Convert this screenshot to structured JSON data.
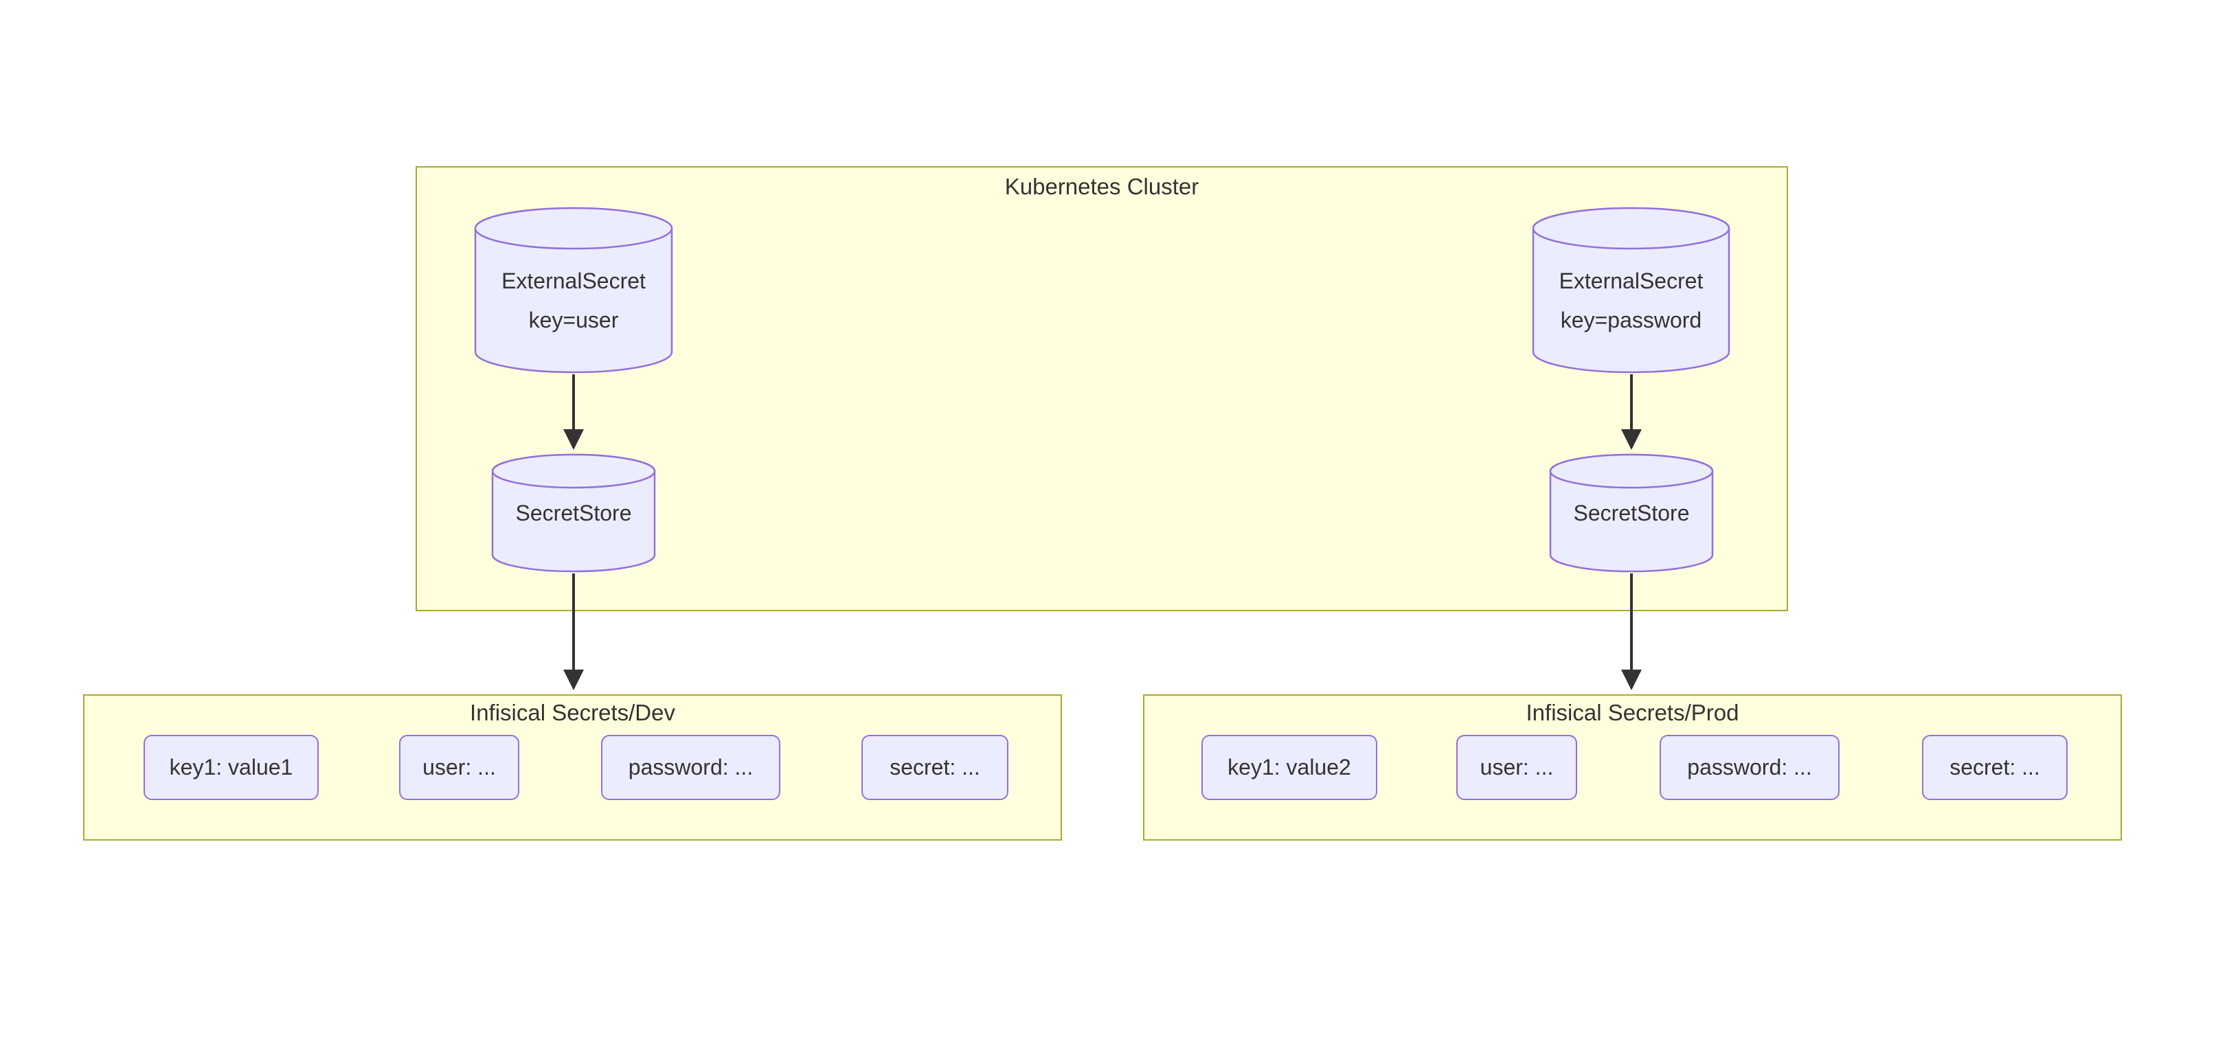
{
  "colors": {
    "node_fill": "#ECECFF",
    "node_stroke": "#9370DB",
    "subgraph_fill": "#FFFFDE",
    "subgraph_stroke": "#AAAA33",
    "text": "#333333",
    "arrow": "#333333",
    "background": "#FFFFFF"
  },
  "cluster": {
    "title": "Kubernetes Cluster"
  },
  "nodes": {
    "external_secret_user": {
      "line1": "ExternalSecret",
      "line2": "key=user"
    },
    "external_secret_password": {
      "line1": "ExternalSecret",
      "line2": "key=password"
    },
    "secret_store_left": "SecretStore",
    "secret_store_right": "SecretStore"
  },
  "dev": {
    "title": "Infisical Secrets/Dev",
    "secrets": [
      "key1: value1",
      "user: ...",
      "password: ...",
      "secret: ..."
    ]
  },
  "prod": {
    "title": "Infisical Secrets/Prod",
    "secrets": [
      "key1: value2",
      "user: ...",
      "password: ...",
      "secret: ..."
    ]
  }
}
